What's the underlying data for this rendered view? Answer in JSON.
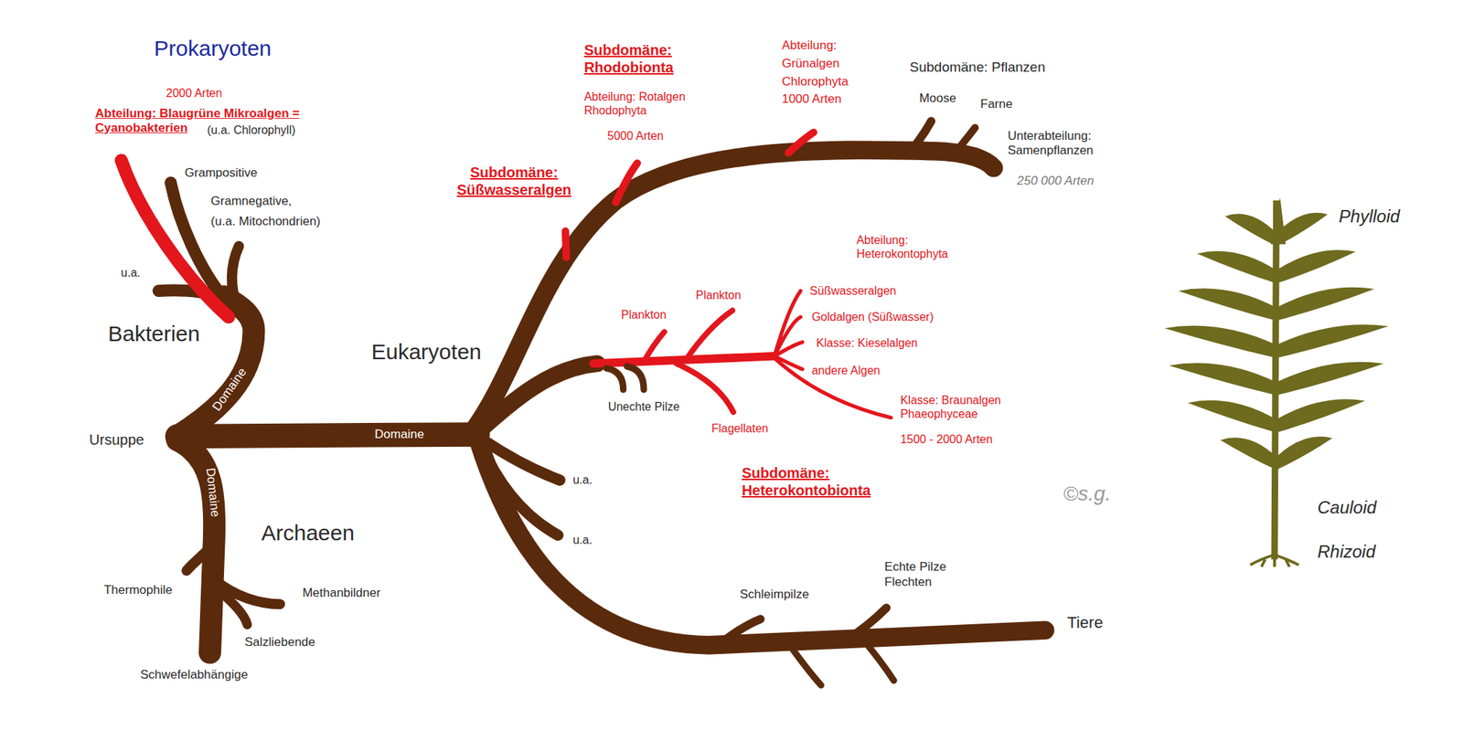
{
  "diagram": {
    "nodes": [
      {
        "text": [
          "Prokaryoten"
        ]
      },
      {
        "text": [
          "2000 Arten",
          "Abteilung: Blaugrüne Mikroalgen = Cyanobakterien",
          "(u.a. Chlorophyll)",
          "Grampositive",
          "Gramnegative,",
          "(u.a. Mitochondrien)",
          "u.a.",
          "Bakterien"
        ],
        "in": 0
      },
      {
        "text": [
          "Archaeen",
          "Thermophile",
          "Methanbildner",
          "Salzliebende",
          "Schwefelabhängige"
        ],
        "in": 0
      },
      {
        "text": [
          "Eukaryoten",
          "u.a.",
          "u.a.",
          "Schleimpilze",
          "Echte Pilze Flechten",
          "Tiere"
        ]
      },
      {
        "text": [
          "Subdomäne: Süßwasseralgen"
        ],
        "in": 3
      },
      {
        "text": [
          "Subdomäne: Rhodobionta",
          "Abteilung: Rotalgen Rhodophyta",
          "5000 Arten"
        ],
        "in": 3
      },
      {
        "text": [
          "Subdomäne: Pflanzen",
          "Moose",
          "Farne",
          "Unterabteilung: Samenpflanzen",
          "250 000 Arten"
        ],
        "in": 3
      },
      {
        "text": [
          "Abteilung: Grünalgen Chlorophyta 1000 Arten"
        ],
        "in": 6
      },
      {
        "text": [
          "Plankton",
          "Plankton",
          "Unechte Pilze",
          "Flagellaten",
          "Subdomäne: Heterokontobionta"
        ],
        "in": 3
      },
      {
        "text": [
          "Abteilung: Heterokontophyta",
          "Süßwasseralgen",
          "Goldalgen (Süßwasser)",
          "Klasse: Kieselalgen",
          "andere Algen",
          "Klasse: Braunalgen Phaeophyceae",
          "1500 - 2000 Arten"
        ],
        "in": 8
      }
    ],
    "labels": [
      "Ursuppe",
      "Domaine",
      "Domaine",
      "Domaine",
      "©s.g.",
      "Phylloid",
      "Cauloid",
      "Rhizoid"
    ]
  }
}
